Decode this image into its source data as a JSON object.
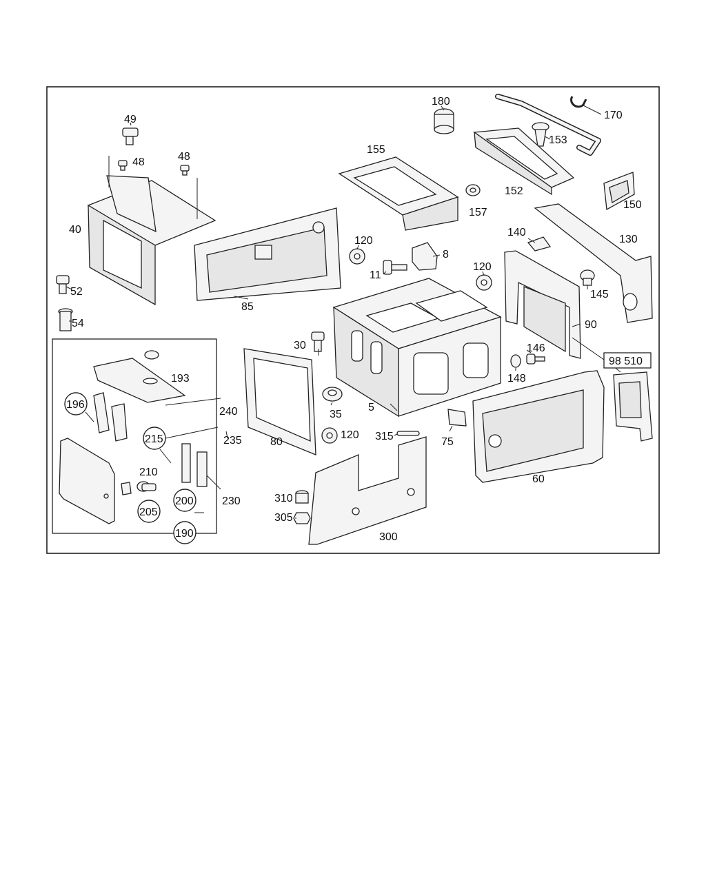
{
  "diagram": {
    "callouts": {
      "c49": "49",
      "c48a": "48",
      "c48b": "48",
      "c40": "40",
      "c52": "52",
      "c54": "54",
      "c85": "85",
      "c155": "155",
      "c157": "157",
      "c180": "180",
      "c153": "153",
      "c170": "170",
      "c152": "152",
      "c150": "150",
      "c120a": "120",
      "c8": "8",
      "c11": "11",
      "c120b": "120",
      "c140": "140",
      "c130": "130",
      "c145": "145",
      "c90": "90",
      "c30": "30",
      "c146": "146",
      "c148": "148",
      "c98510": "98 510",
      "c193": "193",
      "c196": "196",
      "c240": "240",
      "c215": "215",
      "c235": "235",
      "c210": "210",
      "c205": "205",
      "c200": "200",
      "c230": "230",
      "c190": "190",
      "c80": "80",
      "c35": "35",
      "c5": "5",
      "c315": "315",
      "c75": "75",
      "c120c": "120",
      "c60": "60",
      "c310": "310",
      "c305": "305",
      "c300": "300"
    }
  }
}
